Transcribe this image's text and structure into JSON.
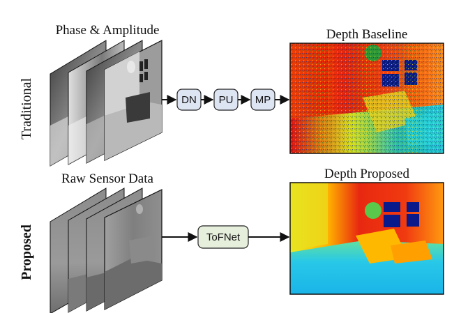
{
  "rows": {
    "traditional": {
      "label": "Traditional",
      "input_caption": "Phase & Amplitude",
      "output_caption": "Depth Baseline",
      "stages": [
        {
          "label": "DN"
        },
        {
          "label": "PU"
        },
        {
          "label": "MP"
        }
      ]
    },
    "proposed": {
      "label": "Proposed",
      "input_caption": "Raw Sensor Data",
      "output_caption": "Depth Proposed",
      "stages": [
        {
          "label": "ToFNet"
        }
      ]
    }
  },
  "colors": {
    "stage_box_traditional": "#dde4f2",
    "stage_box_proposed": "#e6eedc",
    "arrow": "#111111",
    "window_blue": "#0a1a8a",
    "depth_red": "#e8200e",
    "depth_cyan": "#22c8e8"
  }
}
